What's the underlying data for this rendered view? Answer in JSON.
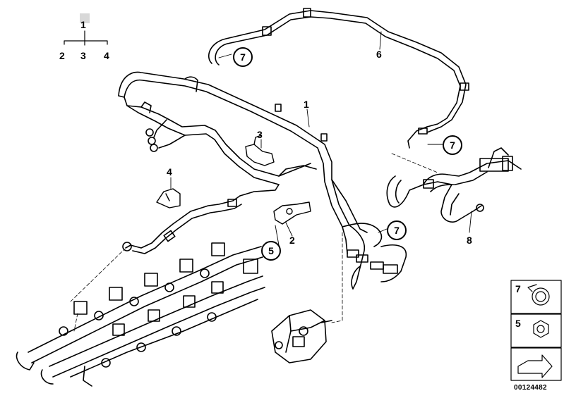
{
  "diagram": {
    "group_label": "1",
    "group_children": [
      "2",
      "3",
      "4"
    ],
    "callouts": {
      "p1": "1",
      "p2": "2",
      "p3": "3",
      "p4": "4",
      "p6": "6",
      "p8": "8"
    },
    "circled_callouts": {
      "c7a": "7",
      "c7b": "7",
      "c7c": "7",
      "c5": "5"
    },
    "legend": {
      "item7": "7",
      "item5": "5"
    },
    "document_number": "00124482"
  }
}
